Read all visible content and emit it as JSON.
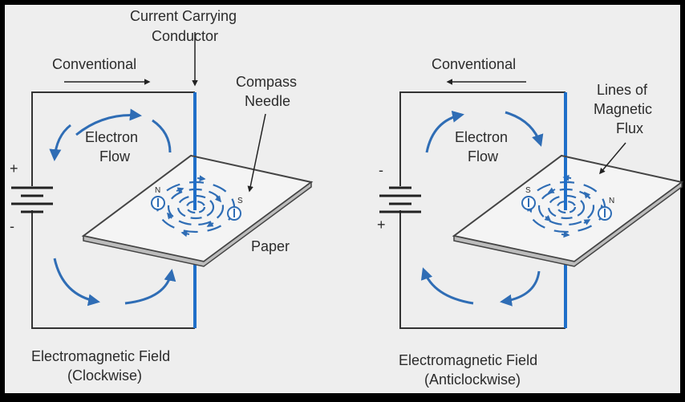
{
  "title": {
    "line1": "Current Carrying",
    "line2": "Conductor"
  },
  "left": {
    "conventional": "Conventional",
    "compass": {
      "line1": "Compass",
      "line2": "Needle"
    },
    "electron": {
      "line1": "Electron",
      "line2": "Flow"
    },
    "paper": "Paper",
    "plus": "+",
    "minus": "-",
    "compass_n": "N",
    "compass_s": "S",
    "caption": {
      "line1": "Electromagnetic Field",
      "line2": "(Clockwise)"
    }
  },
  "right": {
    "conventional": "Conventional",
    "flux": {
      "line1": "Lines of",
      "line2": "Magnetic",
      "line3": "Flux"
    },
    "electron": {
      "line1": "Electron",
      "line2": "Flow"
    },
    "plus": "+",
    "minus": "-",
    "compass_n": "N",
    "compass_s": "S",
    "caption": {
      "line1": "Electromagnetic Field",
      "line2": "(Anticlockwise)"
    }
  },
  "colors": {
    "background": "#eeeeee",
    "frame": "#000000",
    "wire": "#1f6fc9",
    "arrow": "#2f6db5",
    "text": "#2b2b2b"
  }
}
